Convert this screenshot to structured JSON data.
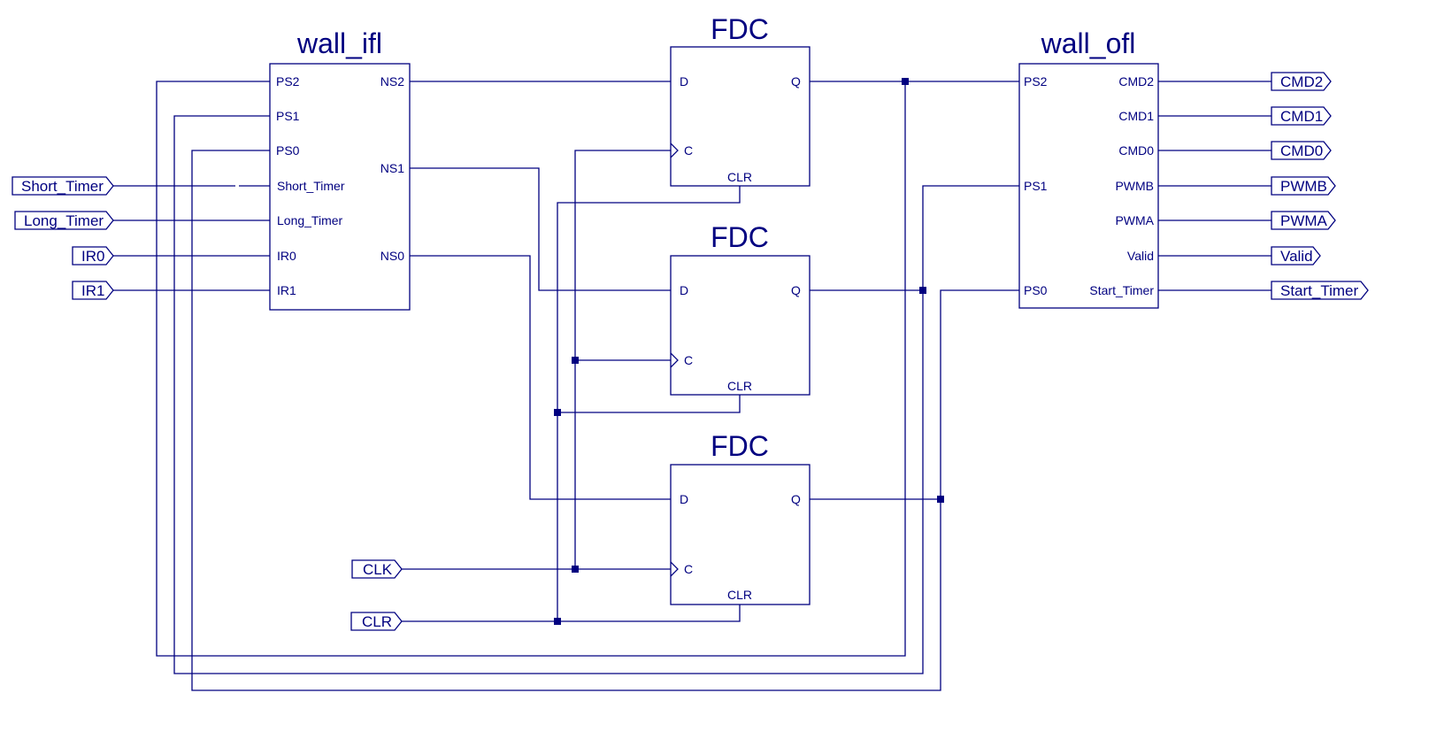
{
  "diagram": {
    "type": "schematic",
    "color": "#000080",
    "blocks": {
      "wall_ifl": {
        "title": "wall_ifl",
        "inputs": [
          "PS2",
          "PS1",
          "PS0",
          "Short_Timer",
          "Long_Timer",
          "IR0",
          "IR1"
        ],
        "outputs": [
          "NS2",
          "NS1",
          "NS0"
        ]
      },
      "fdc1": {
        "title": "FDC",
        "pins": {
          "d": "D",
          "c": "C",
          "q": "Q",
          "clr": "CLR"
        }
      },
      "fdc2": {
        "title": "FDC",
        "pins": {
          "d": "D",
          "c": "C",
          "q": "Q",
          "clr": "CLR"
        }
      },
      "fdc3": {
        "title": "FDC",
        "pins": {
          "d": "D",
          "c": "C",
          "q": "Q",
          "clr": "CLR"
        }
      },
      "wall_ofl": {
        "title": "wall_ofl",
        "inputs": [
          "PS2",
          "PS1",
          "PS0"
        ],
        "outputs": [
          "CMD2",
          "CMD1",
          "CMD0",
          "PWMB",
          "PWMA",
          "Valid",
          "Start_Timer"
        ]
      }
    },
    "input_ports": {
      "short_timer": "Short_Timer",
      "long_timer": "Long_Timer",
      "ir0": "IR0",
      "ir1": "IR1",
      "clk": "CLK",
      "clr": "CLR"
    },
    "output_ports": [
      "CMD2",
      "CMD1",
      "CMD0",
      "PWMB",
      "PWMA",
      "Valid",
      "Start_Timer"
    ]
  }
}
